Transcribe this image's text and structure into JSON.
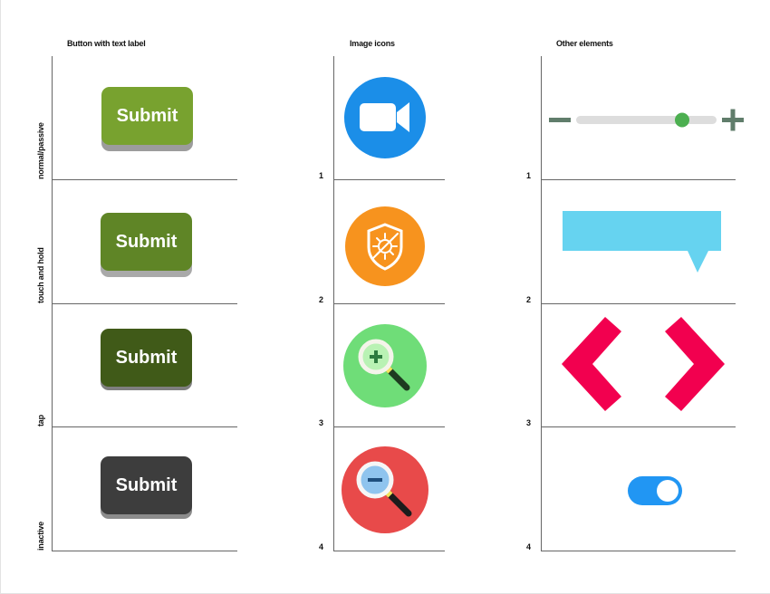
{
  "headers": {
    "buttons": "Button with text label",
    "icons": "Image icons",
    "other": "Other elements"
  },
  "states": {
    "normal": "normal/passive",
    "touch": "touch and hold",
    "tap": "tap",
    "inactive": "inactive"
  },
  "row_numbers": [
    "1",
    "2",
    "3",
    "4"
  ],
  "buttons": {
    "normal_label": "Submit",
    "touch_label": "Submit",
    "tap_label": "Submit",
    "inactive_label": "Submit"
  },
  "icons": [
    {
      "name": "video-camera-icon",
      "background": "#1b8ee8"
    },
    {
      "name": "shield-virus-icon",
      "background": "#f7931e"
    },
    {
      "name": "zoom-in-icon",
      "background": "#6fdd78"
    },
    {
      "name": "zoom-out-icon",
      "background": "#e84a4a"
    }
  ],
  "other": {
    "slider": {
      "value": 0.81,
      "minus_icon": "minus-icon",
      "plus_icon": "plus-icon"
    },
    "tooltip": {
      "color": "#66d3f0"
    },
    "chevrons": {
      "color": "#f2004f",
      "left_icon": "chevron-left-icon",
      "right_icon": "chevron-right-icon"
    },
    "toggle": {
      "state": "on",
      "color": "#2196f3"
    }
  },
  "colors": {
    "button_normal": "#78a22f",
    "button_touch": "#5f8526",
    "button_tap": "#405a18",
    "button_inactive": "#3d3d3d",
    "slider_thumb": "#4caf50",
    "slider_track": "#dddddd"
  }
}
